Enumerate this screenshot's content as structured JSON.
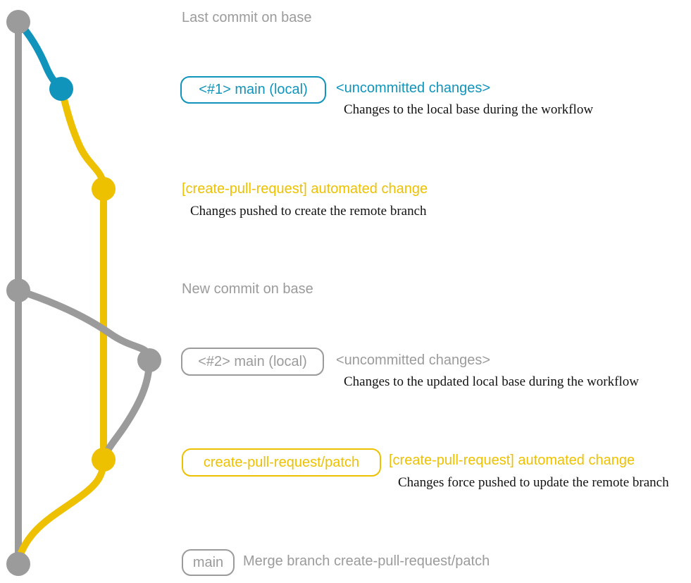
{
  "colors": {
    "gray": "#9b9b9b",
    "teal": "#1194bb",
    "yellow": "#eec100",
    "ink": "#121212",
    "background": "#ffffff"
  },
  "annotations": {
    "last_commit": {
      "title": "Last commit on base"
    },
    "main_local_1": {
      "badge": "<#1> main (local)",
      "headline": "<uncommitted changes>",
      "caption": "Changes to the local base during the workflow"
    },
    "automated_change_1": {
      "headline": "[create-pull-request] automated change",
      "caption": "Changes pushed to create the remote branch"
    },
    "new_commit": {
      "title": "New commit on base"
    },
    "main_local_2": {
      "badge": "<#2> main (local)",
      "headline": "<uncommitted changes>",
      "caption": "Changes to the updated local base during the workflow"
    },
    "patch_branch": {
      "badge": "create-pull-request/patch",
      "headline": "[create-pull-request] automated change",
      "caption": "Changes force pushed to update the remote branch"
    },
    "merge_commit": {
      "badge": "main",
      "message": "Merge branch create-pull-request/patch"
    }
  }
}
